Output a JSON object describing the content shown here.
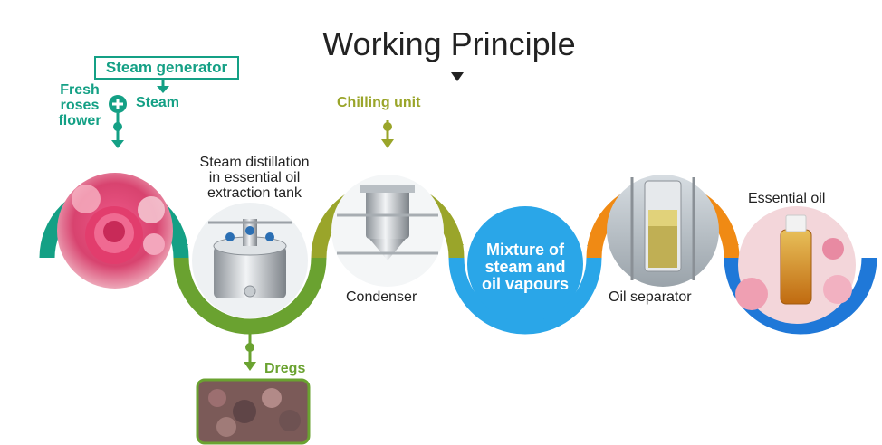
{
  "title": "Working Principle",
  "labels": {
    "steam_generator": "Steam generator",
    "steam": "Steam",
    "fresh_roses_lines": [
      "Fresh",
      "roses",
      "flower"
    ],
    "distillation_lines": [
      "Steam distillation",
      "in essential oil",
      "extraction tank"
    ],
    "chilling_unit": "Chilling unit",
    "condenser": "Condenser",
    "mixture_lines": [
      "Mixture of",
      "steam and",
      "oil vapours"
    ],
    "oil_separator": "Oil separator",
    "essential_oil": "Essential oil",
    "dregs": "Dregs"
  },
  "colors": {
    "teal": "#14a085",
    "green": "#6aa230",
    "olive": "#9aa52a",
    "sky_blue": "#2aa6e8",
    "orange": "#f08a14",
    "blue": "#1f78d8",
    "title": "#222222"
  },
  "flow_steps": [
    "Fresh roses flower",
    "Steam distillation in essential oil extraction tank",
    "Condenser",
    "Mixture of steam and oil vapours",
    "Oil separator",
    "Essential oil"
  ],
  "icons": [
    "plus-icon",
    "arrow-down-icon",
    "arrow-up-icon",
    "arrow-right-icon",
    "title-caret-icon"
  ]
}
